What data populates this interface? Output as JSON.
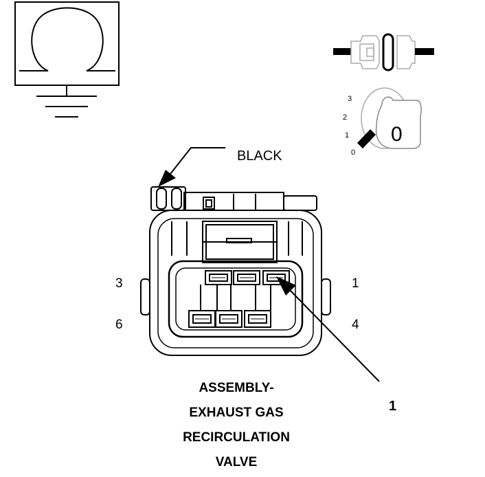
{
  "wire_color_label": "BLACK",
  "pin_labels": {
    "top_left": "3",
    "bottom_left": "6",
    "top_right": "1",
    "bottom_right": "4"
  },
  "callout_number": "1",
  "connector_title": [
    "ASSEMBLY-",
    "EXHAUST GAS",
    "RECIRCULATION",
    "VALVE"
  ],
  "selector_positions": [
    "3",
    "2",
    "1",
    "0"
  ],
  "selector_knob_label": "0",
  "icons": {
    "ohmmeter": "ohm-symbol-icon",
    "ground": "ground-icon",
    "disconnect": "connector-disconnect-icon",
    "ignition": "ignition-switch-off-icon"
  }
}
